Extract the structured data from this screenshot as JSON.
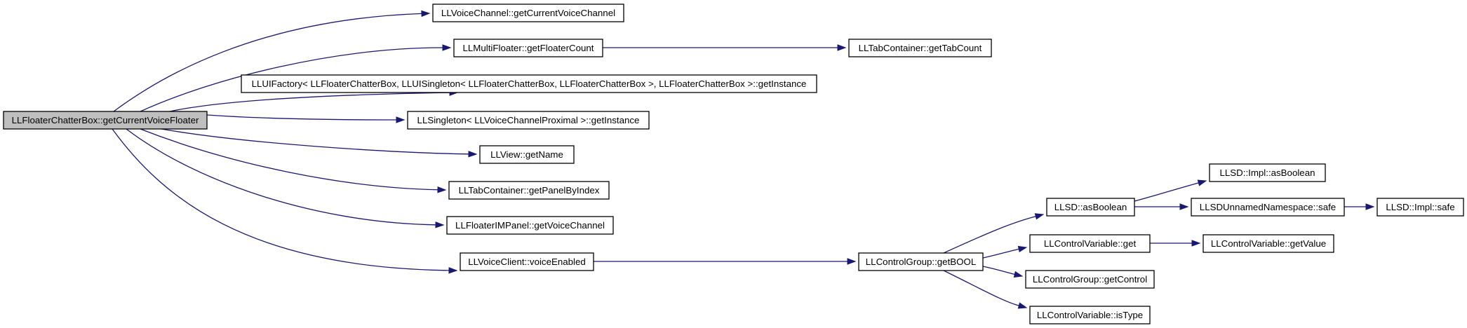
{
  "diagram": {
    "nodes": [
      {
        "id": "root",
        "label": "LLFloaterChatterBox::getCurrentVoiceFloater",
        "root": true
      },
      {
        "id": "n1",
        "label": "LLVoiceChannel::getCurrentVoiceChannel"
      },
      {
        "id": "n2",
        "label": "LLMultiFloater::getFloaterCount"
      },
      {
        "id": "n3",
        "label": "LLTabContainer::getTabCount"
      },
      {
        "id": "n4",
        "label": "LLUIFactory< LLFloaterChatterBox, LLUISingleton< LLFloaterChatterBox, LLFloaterChatterBox >, LLFloaterChatterBox >::getInstance"
      },
      {
        "id": "n5",
        "label": "LLSingleton< LLVoiceChannelProximal >::getInstance"
      },
      {
        "id": "n6",
        "label": "LLView::getName"
      },
      {
        "id": "n7",
        "label": "LLTabContainer::getPanelByIndex"
      },
      {
        "id": "n8",
        "label": "LLFloaterIMPanel::getVoiceChannel"
      },
      {
        "id": "n9",
        "label": "LLVoiceClient::voiceEnabled"
      },
      {
        "id": "n10",
        "label": "LLControlGroup::getBOOL"
      },
      {
        "id": "n11",
        "label": "LLSD::asBoolean"
      },
      {
        "id": "n12",
        "label": "LLSD::Impl::asBoolean"
      },
      {
        "id": "n13",
        "label": "LLSDUnnamedNamespace::safe"
      },
      {
        "id": "n14",
        "label": "LLSD::Impl::safe"
      },
      {
        "id": "n15",
        "label": "LLControlVariable::get"
      },
      {
        "id": "n16",
        "label": "LLControlVariable::getValue"
      },
      {
        "id": "n17",
        "label": "LLControlGroup::getControl"
      },
      {
        "id": "n18",
        "label": "LLControlVariable::isType"
      }
    ],
    "edges": [
      {
        "from": "root",
        "to": "n1"
      },
      {
        "from": "root",
        "to": "n2"
      },
      {
        "from": "root",
        "to": "n4"
      },
      {
        "from": "root",
        "to": "n5"
      },
      {
        "from": "root",
        "to": "n6"
      },
      {
        "from": "root",
        "to": "n7"
      },
      {
        "from": "root",
        "to": "n8"
      },
      {
        "from": "root",
        "to": "n9"
      },
      {
        "from": "n2",
        "to": "n3"
      },
      {
        "from": "n9",
        "to": "n10"
      },
      {
        "from": "n10",
        "to": "n11"
      },
      {
        "from": "n10",
        "to": "n15"
      },
      {
        "from": "n10",
        "to": "n17"
      },
      {
        "from": "n10",
        "to": "n18"
      },
      {
        "from": "n11",
        "to": "n12"
      },
      {
        "from": "n11",
        "to": "n13"
      },
      {
        "from": "n13",
        "to": "n14"
      },
      {
        "from": "n15",
        "to": "n16"
      }
    ],
    "colors": {
      "edge": "#191970",
      "node_border": "#000000",
      "node_fill": "#ffffff",
      "root_fill": "#bfbfbf",
      "background": "#ffffff"
    }
  }
}
